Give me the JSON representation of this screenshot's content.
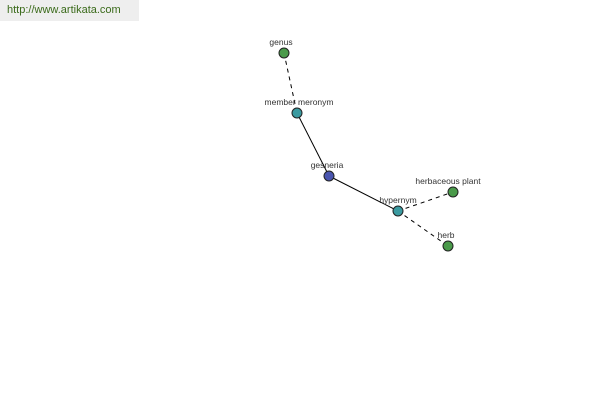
{
  "watermark": {
    "url": "http://www.artikata.com"
  },
  "graph": {
    "nodes": {
      "genus": {
        "label": "genus",
        "color": "#4a9a4a"
      },
      "member_meronym": {
        "label": "member meronym",
        "color": "#3a9aa0"
      },
      "gesneria": {
        "label": "gesneria",
        "color": "#4a55b0"
      },
      "hypernym": {
        "label": "hypernym",
        "color": "#3a9aa0"
      },
      "herbaceous_plant": {
        "label": "herbaceous plant",
        "color": "#4a9a4a"
      },
      "herb": {
        "label": "herb",
        "color": "#4a9a4a"
      }
    },
    "edges": [
      {
        "from": "genus",
        "to": "member_meronym",
        "style": "dashed"
      },
      {
        "from": "member_meronym",
        "to": "gesneria",
        "style": "solid"
      },
      {
        "from": "gesneria",
        "to": "hypernym",
        "style": "solid"
      },
      {
        "from": "hypernym",
        "to": "herbaceous_plant",
        "style": "dashed"
      },
      {
        "from": "hypernym",
        "to": "herb",
        "style": "dashed"
      }
    ]
  }
}
